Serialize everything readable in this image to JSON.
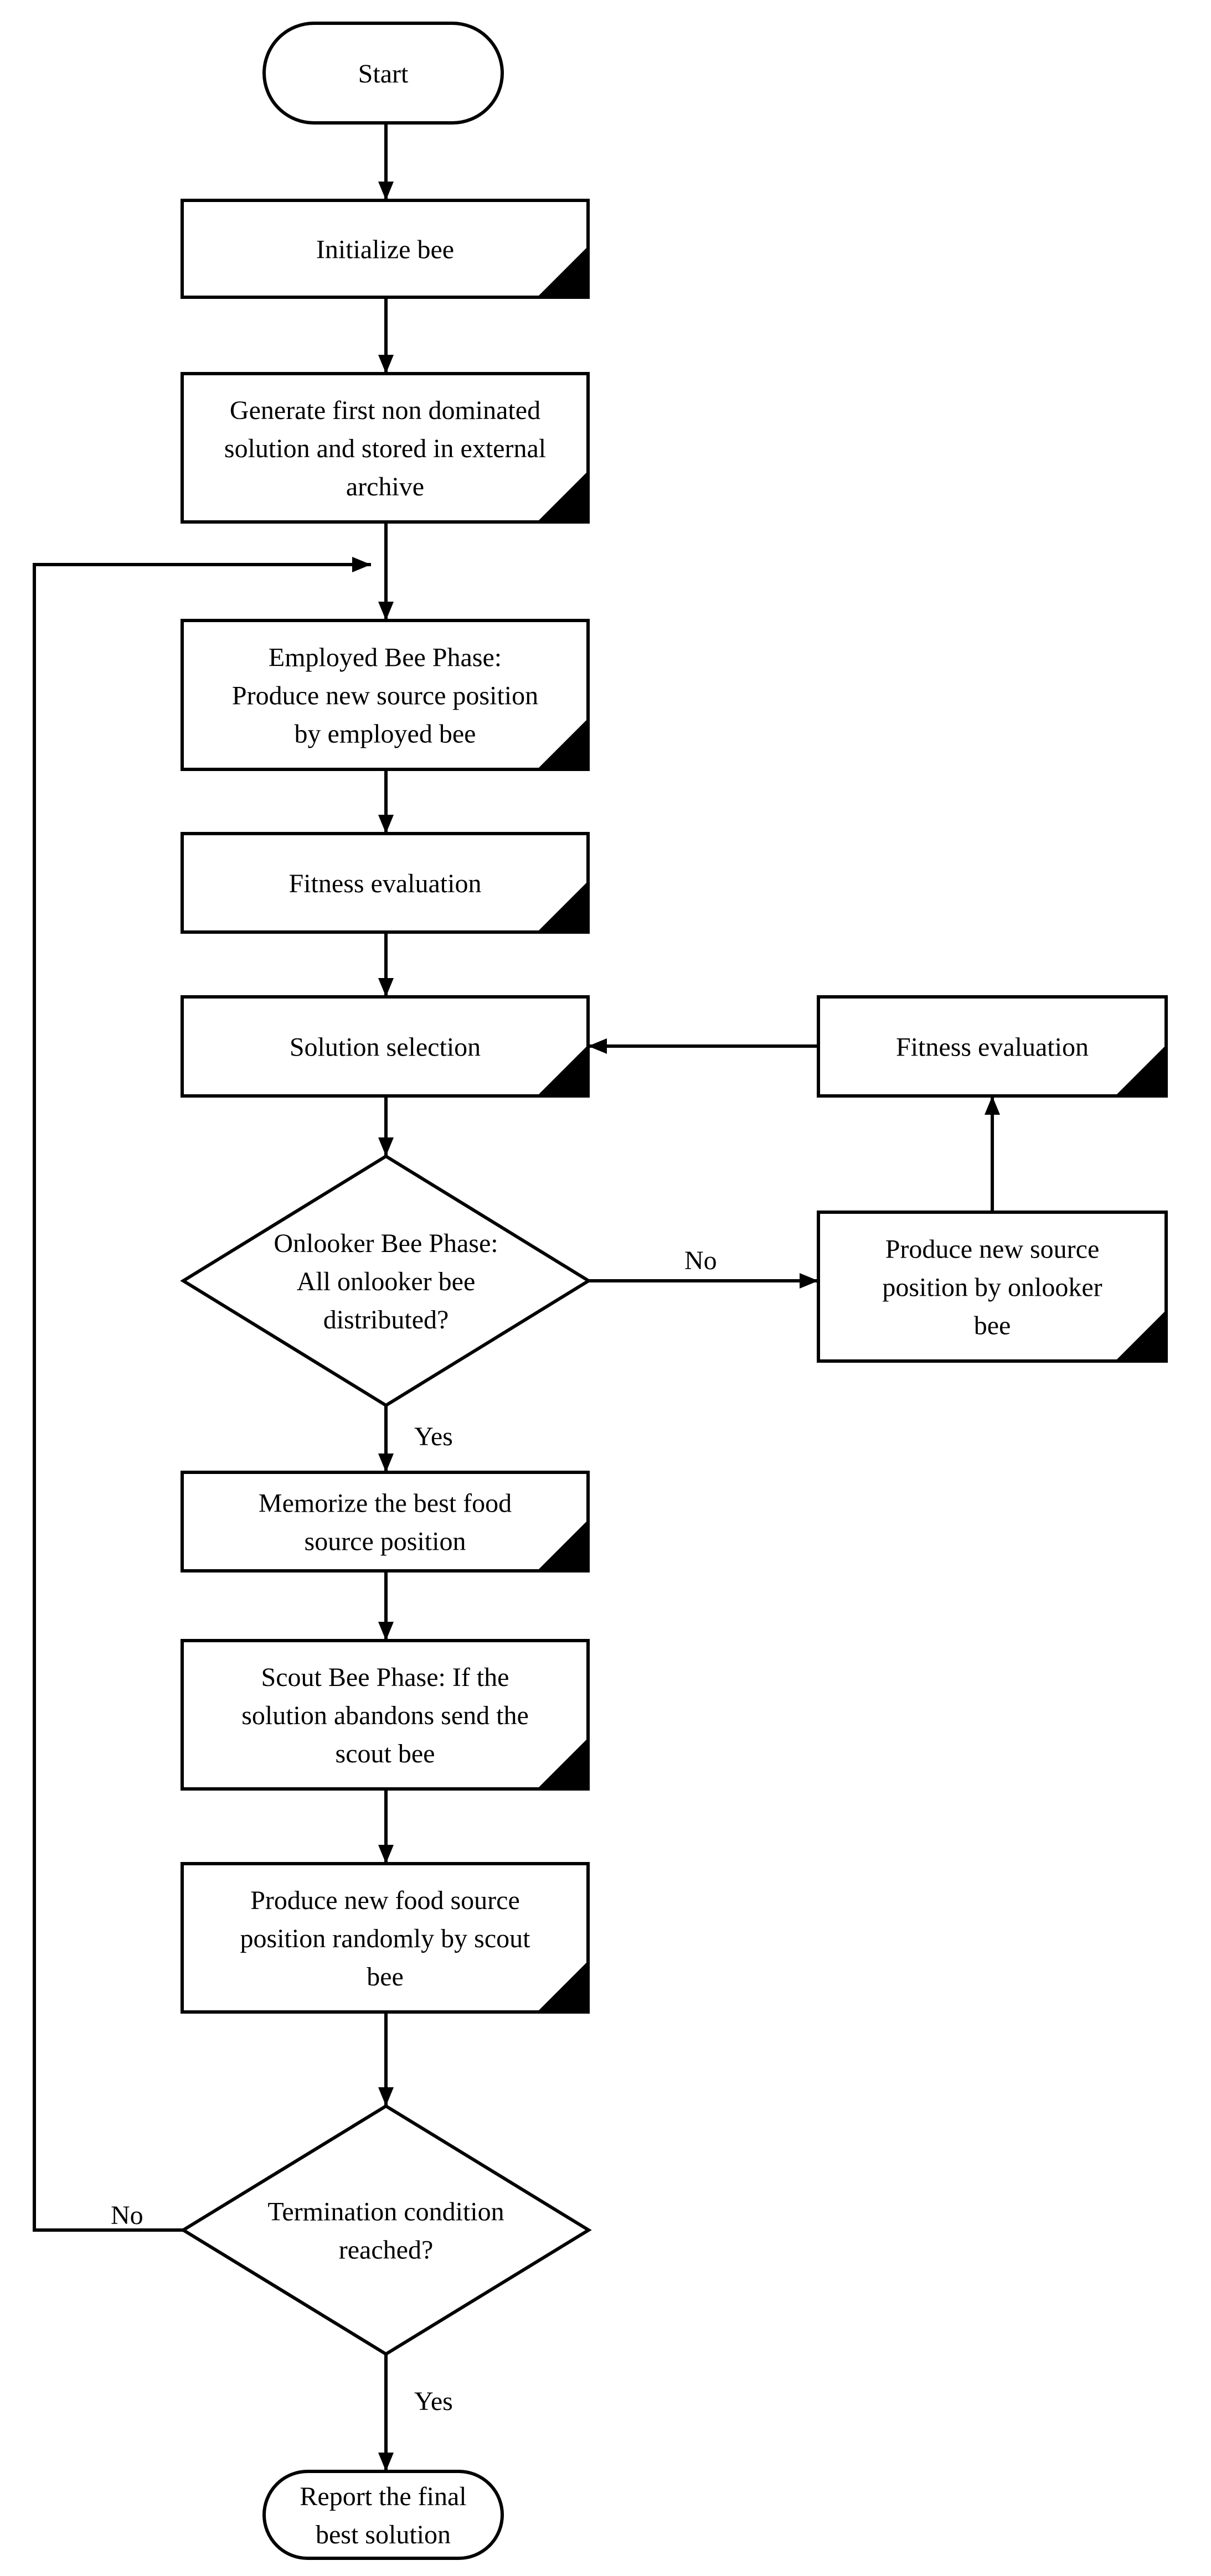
{
  "nodes": {
    "start": {
      "lines": [
        "Start"
      ]
    },
    "init": {
      "lines": [
        "Initialize bee"
      ]
    },
    "generate": {
      "lines": [
        "Generate first non dominated",
        "solution and stored in external",
        "archive"
      ]
    },
    "employed": {
      "lines": [
        "Employed Bee Phase:",
        "Produce new source position",
        "by employed bee"
      ]
    },
    "fitness_main": {
      "lines": [
        "Fitness evaluation"
      ]
    },
    "selection": {
      "lines": [
        "Solution selection"
      ]
    },
    "fitness_side": {
      "lines": [
        "Fitness evaluation"
      ]
    },
    "onlooker_decision": {
      "lines": [
        "Onlooker Bee Phase:",
        "All onlooker bee",
        "distributed?"
      ]
    },
    "produce_onlooker": {
      "lines": [
        "Produce new source",
        "position by onlooker",
        "bee"
      ]
    },
    "memorize": {
      "lines": [
        "Memorize the best food",
        "source position"
      ]
    },
    "scout": {
      "lines": [
        "Scout Bee Phase: If the",
        "solution abandons send the",
        "scout bee"
      ]
    },
    "produce_scout": {
      "lines": [
        "Produce new food source",
        "position randomly by scout",
        "bee"
      ]
    },
    "termination_decision": {
      "lines": [
        "Termination condition",
        "reached?"
      ]
    },
    "report": {
      "lines": [
        "Report the final",
        "best solution"
      ]
    }
  },
  "edge_labels": {
    "onlooker_no": "No",
    "onlooker_yes": "Yes",
    "termination_no": "No",
    "termination_yes": "Yes"
  }
}
